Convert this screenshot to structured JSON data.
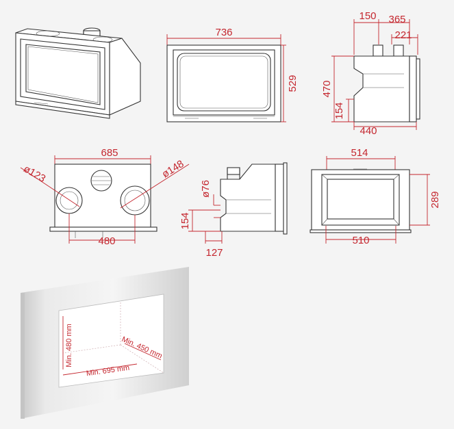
{
  "colors": {
    "dimension": "#c4262e",
    "outline": "#333333",
    "background": "#f4f4f4"
  },
  "views": {
    "perspective": {},
    "front": {
      "width": "736",
      "height": "529"
    },
    "side": {
      "top_a": "150",
      "top_b": "365",
      "top_c": "221",
      "height": "470",
      "low": "154",
      "depth": "440"
    },
    "top": {
      "width": "685",
      "d1": "ø123",
      "d2": "ø148",
      "spacing": "480"
    },
    "side_section": {
      "d": "ø76",
      "low": "154",
      "offset": "127"
    },
    "front_section": {
      "top": "514",
      "height": "289",
      "bottom": "510"
    },
    "niche": {
      "min_height": "Min. 480 mm",
      "min_depth": "Min. 450 mm",
      "min_width": "Min. 695 mm"
    }
  }
}
